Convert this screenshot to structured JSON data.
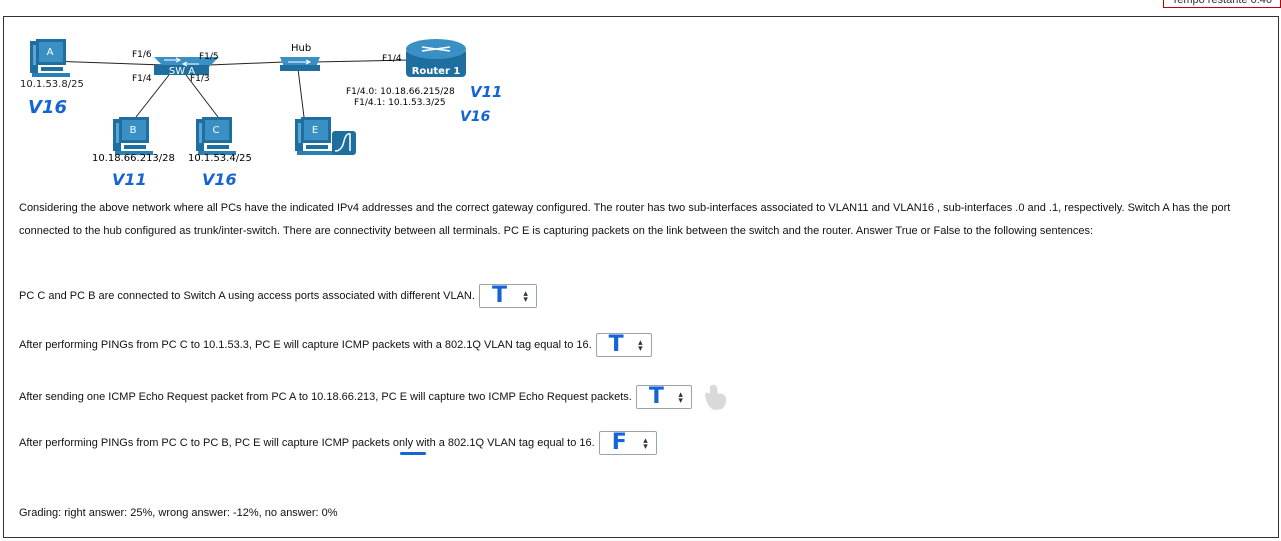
{
  "timer": {
    "text": "Tempo restante 0:46"
  },
  "diagram": {
    "pc_a": {
      "label": "A",
      "ip": "10.1.53.8/25",
      "note": "V16"
    },
    "pc_b": {
      "label": "B",
      "ip": "10.18.66.213/28",
      "note": "V11"
    },
    "pc_c": {
      "label": "C",
      "ip": "10.1.53.4/25",
      "note": "V16"
    },
    "pc_e": {
      "label": "E"
    },
    "switch": {
      "label": "SW A"
    },
    "hub": {
      "label": "Hub"
    },
    "router": {
      "label": "Router 1",
      "sub0": "F1/4.0: 10.18.66.215/28",
      "sub1": "F1/4.1: 10.1.53.3/25",
      "note0": "V11",
      "note1": "V16"
    },
    "ports": {
      "f16": "F1/6",
      "f15": "F1/5",
      "f14sw": "F1/4",
      "f13": "F1/3",
      "f14r": "F1/4"
    }
  },
  "intro": "Considering the above network where all PCs have the indicated IPv4 addresses and the correct gateway configured. The router has two sub-interfaces associated to VLAN11 and VLAN16 , sub-interfaces .0 and .1, respectively. Switch A has the port connected to the hub configured as trunk/inter-switch. There are connectivity between all terminals. PC E is capturing packets on the link between the switch and the router. Answer True or False to the following sentences:",
  "questions": [
    {
      "text": "PC C and PC B are connected to Switch A using access ports associated with different VLAN.",
      "answer": "T"
    },
    {
      "text": "After performing PINGs from PC C to 10.1.53.3, PC E will capture ICMP packets with a 802.1Q VLAN tag equal to 16.",
      "answer": "T"
    },
    {
      "text": "After sending one ICMP Echo Request packet from PC A to 10.18.66.213, PC E will capture two ICMP Echo Request packets.",
      "answer": "T"
    },
    {
      "text": "After performing PINGs from PC C to PC B, PC E will capture ICMP packets only with a 802.1Q VLAN tag equal to 16.",
      "answer": "F"
    }
  ],
  "grading": "Grading: right answer: 25%, wrong answer: -12%, no answer: 0%",
  "colors": {
    "device": "#1f6ea0",
    "device_light": "#3a8fc5",
    "ink": "#1663d6",
    "timer_border": "#c00000"
  },
  "icons": {
    "select_arrow": "updown-arrow-icon",
    "cursor": "hand-cursor-icon"
  }
}
